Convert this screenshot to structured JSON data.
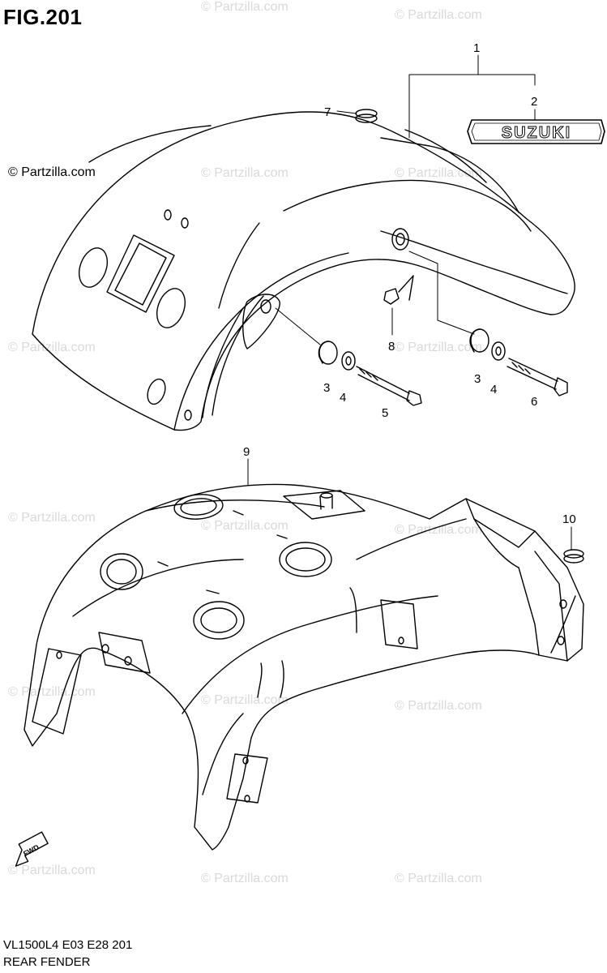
{
  "figure": {
    "title": "FIG.201",
    "copyright": "© Partzilla.com",
    "watermark": "© Partzilla.com",
    "footer_code": "VL1500L4  E03  E28  201",
    "footer_title": "REAR FENDER",
    "logo_text": "SUZUKI",
    "fwd_text": "FWD"
  },
  "callouts": [
    "1",
    "2",
    "3",
    "3",
    "4",
    "4",
    "5",
    "6",
    "7",
    "8",
    "9",
    "10"
  ]
}
